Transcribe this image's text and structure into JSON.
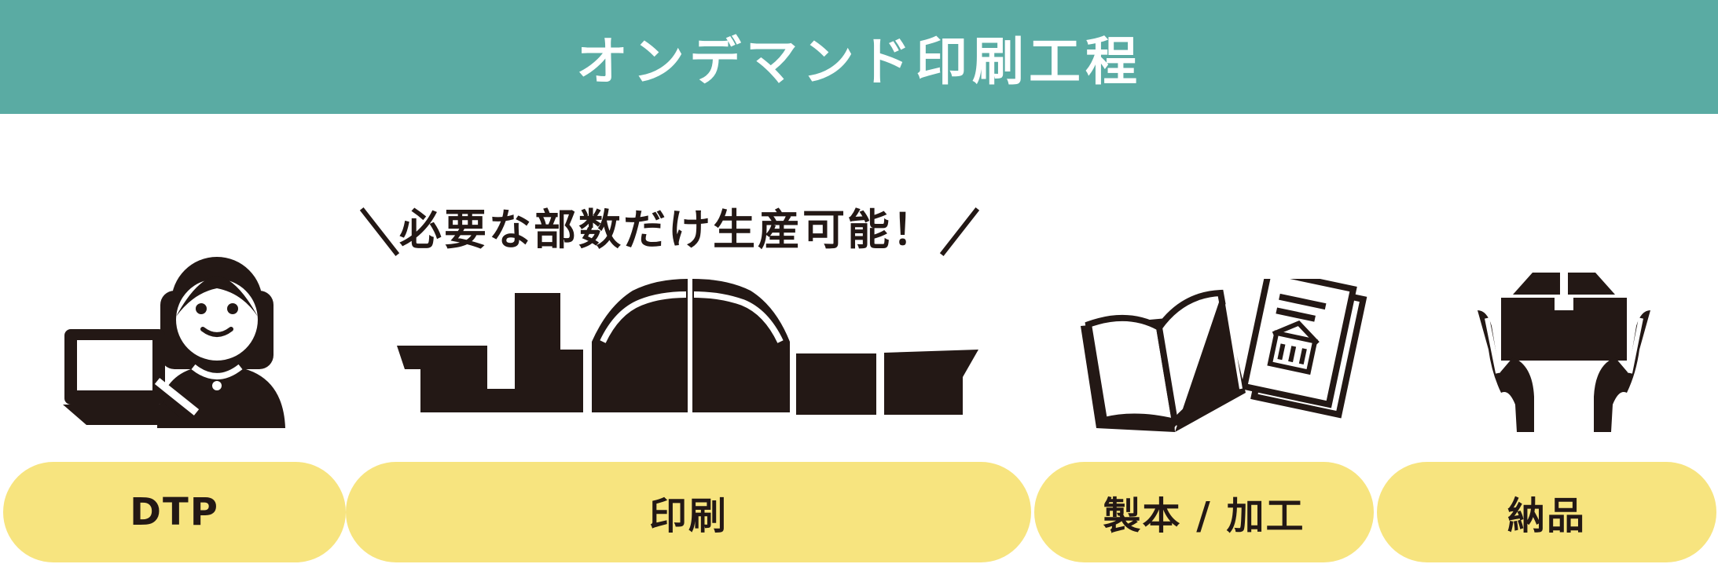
{
  "header": {
    "title": "オンデマンド印刷工程",
    "background_color": "#5aaba3"
  },
  "tagline": {
    "text": "必要な部数だけ生産可能！"
  },
  "steps": [
    {
      "label": "DTP",
      "icon": "person-with-laptop-icon"
    },
    {
      "label": "印刷",
      "icon": "printing-press-icon"
    },
    {
      "label": "製本 / 加工",
      "icon": "open-book-and-documents-icon"
    },
    {
      "label": "納品",
      "icon": "hands-holding-box-icon"
    }
  ],
  "colors": {
    "pill": "#f7e47f",
    "ink": "#231815"
  }
}
